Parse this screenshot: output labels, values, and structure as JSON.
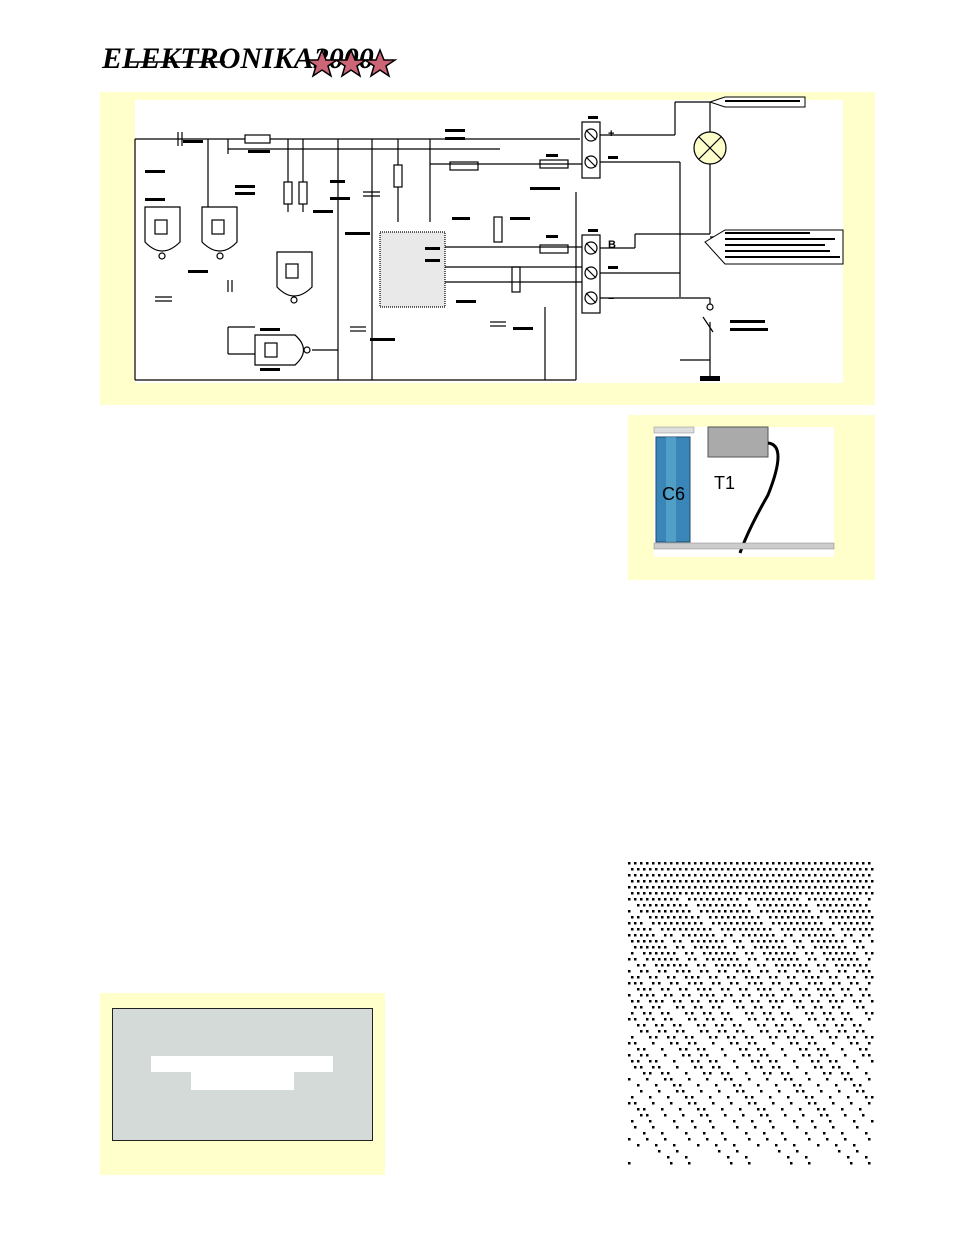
{
  "header": {
    "logo_text": "ELEKTRONIKA2000",
    "stars": 3,
    "star_color": "#cc6677"
  },
  "schematic": {
    "background_color": "#ffffcc",
    "terminal_labels": [
      "+",
      "B",
      "−"
    ],
    "lamp_icon": "lamp-icon",
    "switch_icon": "switch-icon",
    "ground_icon": "ground-icon"
  },
  "photo": {
    "background_color": "#ffffcc",
    "capacitor_label": "C6",
    "transformer_label": "T1",
    "capacitor_color": "#3a86b8"
  },
  "bottom_box": {
    "background_color": "#ffffcc",
    "inner_color": "#d3dad8"
  },
  "pattern": {
    "dot_color": "#000000"
  }
}
